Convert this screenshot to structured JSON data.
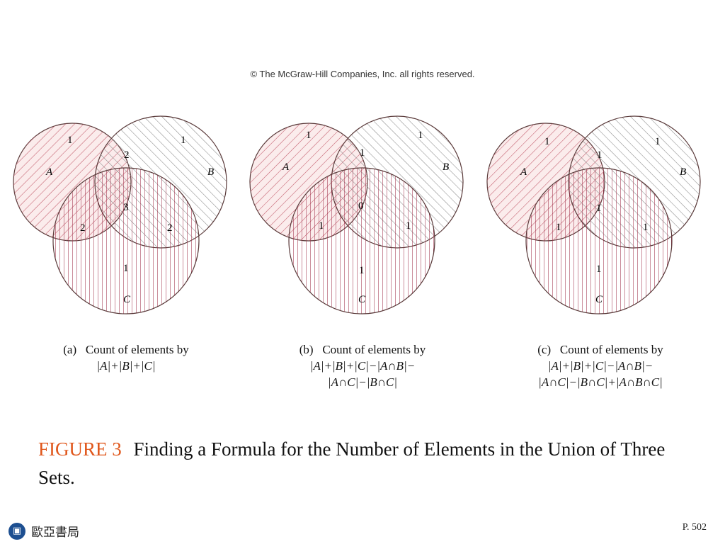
{
  "copyright": "© The McGraw-Hill Companies, Inc. all rights reserved.",
  "diagrams": [
    {
      "set_labels": {
        "A": "A",
        "B": "B",
        "C": "C"
      },
      "region_counts": {
        "a_only": "1",
        "b_only": "1",
        "ab": "2",
        "abc": "3",
        "ac": "2",
        "bc": "2",
        "c_only": "1"
      },
      "caption_label": "(a)",
      "caption_text": "Count of elements by",
      "formula_lines": [
        "|A|+|B|+|C|"
      ]
    },
    {
      "set_labels": {
        "A": "A",
        "B": "B",
        "C": "C"
      },
      "region_counts": {
        "a_only": "1",
        "b_only": "1",
        "ab": "1",
        "abc": "0",
        "ac": "1",
        "bc": "1",
        "c_only": "1"
      },
      "caption_label": "(b)",
      "caption_text": "Count of elements by",
      "formula_lines": [
        "|A|+|B|+|C|−|A∩B|−",
        "|A∩C|−|B∩C|"
      ]
    },
    {
      "set_labels": {
        "A": "A",
        "B": "B",
        "C": "C"
      },
      "region_counts": {
        "a_only": "1",
        "b_only": "1",
        "ab": "1",
        "abc": "1",
        "ac": "1",
        "bc": "1",
        "c_only": "1"
      },
      "caption_label": "(c)",
      "caption_text": "Count of elements by",
      "formula_lines": [
        "|A|+|B|+|C|−|A∩B|−",
        "|A∩C|−|B∩C|+|A∩B∩C|"
      ]
    }
  ],
  "figure_caption": {
    "label": "FIGURE 3",
    "text": "Finding a Formula for the Number of Elements in the Union of Three Sets."
  },
  "footer": {
    "logo_text": "歐亞書局",
    "page_number": "P. 502"
  },
  "colors": {
    "label_orange": "#e0561a",
    "hatch_red": "#c25a6a",
    "hatch_c": "#a0304a",
    "hatch_gray": "#8a8a8a",
    "logo_blue": "#1d4f91"
  }
}
